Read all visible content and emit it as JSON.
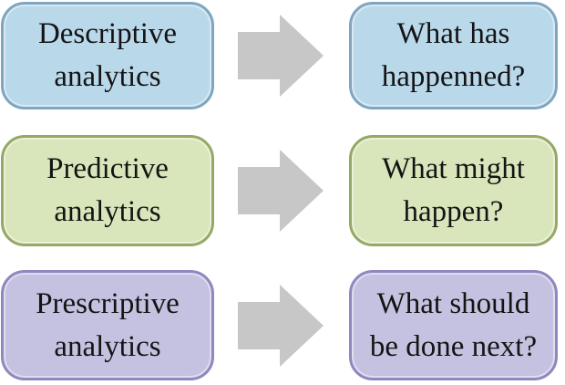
{
  "diagram": {
    "arrow": {
      "color": "#c7c7c7"
    },
    "rows": [
      {
        "left": {
          "text": "Descriptive\nanalytics",
          "fill": "#b9d8ea",
          "border": "#7fa6c0"
        },
        "right": {
          "text": "What has\nhappenned?",
          "fill": "#b9d8ea",
          "border": "#7fa6c0"
        }
      },
      {
        "left": {
          "text": "Predictive\nanalytics",
          "fill": "#d9e5ba",
          "border": "#93a965"
        },
        "right": {
          "text": "What might\nhappen?",
          "fill": "#d9e5ba",
          "border": "#93a965"
        }
      },
      {
        "left": {
          "text": "Prescriptive\nanalytics",
          "fill": "#c5c1e0",
          "border": "#8e88bf"
        },
        "right": {
          "text": "What should\nbe done next?",
          "fill": "#c5c1e0",
          "border": "#8e88bf"
        }
      }
    ]
  }
}
